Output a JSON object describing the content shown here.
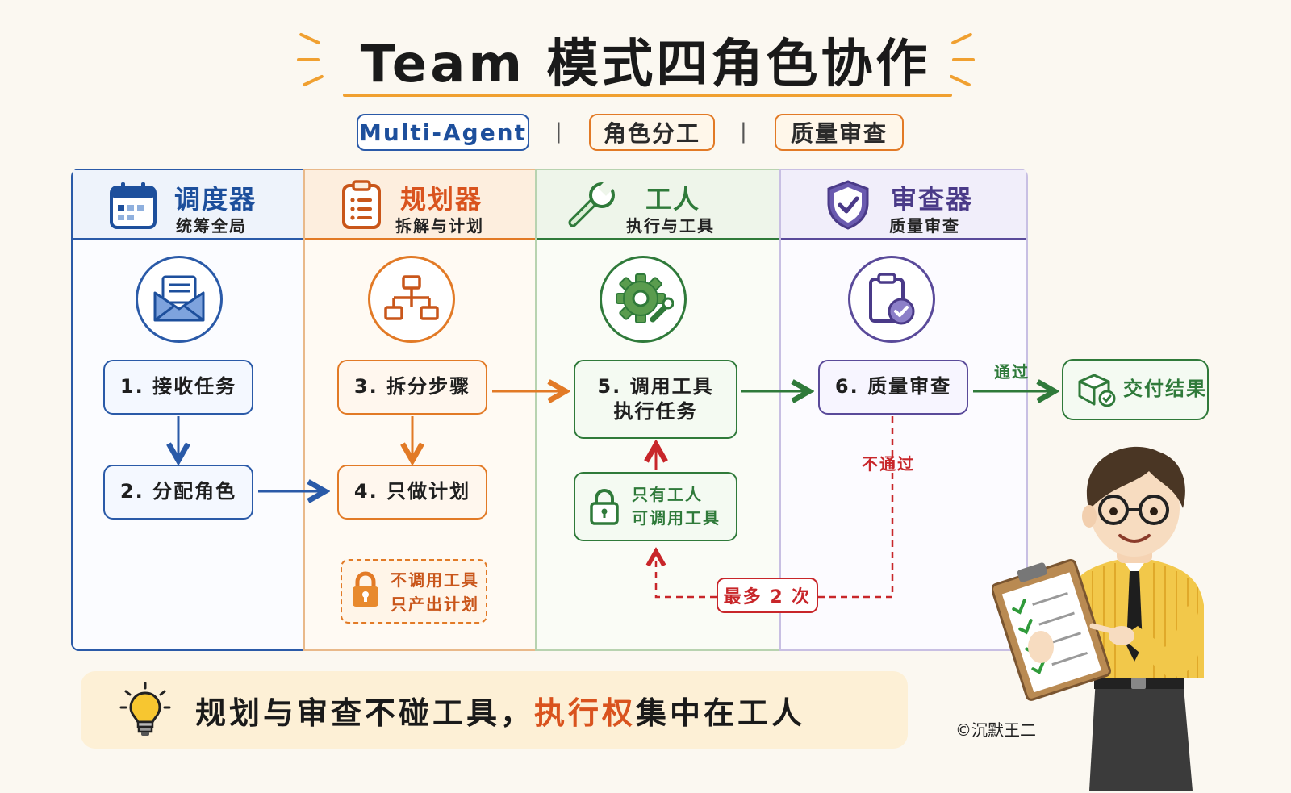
{
  "title": "Team 模式四角色协作",
  "tags": [
    "Multi-Agent",
    "角色分工",
    "质量审查"
  ],
  "tag_separator": "|",
  "colors": {
    "blue": "#2a5aa8",
    "orange": "#e27a26",
    "green": "#2f7a3a",
    "purple": "#5a4a9a",
    "red": "#c8262a",
    "accent_yellow": "#f0a030"
  },
  "columns": [
    {
      "title": "调度器",
      "subtitle": "统筹全局",
      "head_icon": "calendar-icon",
      "main_icon": "envelope-icon"
    },
    {
      "title": "规划器",
      "subtitle": "拆解与计划",
      "head_icon": "clipboard-list-icon",
      "main_icon": "hierarchy-icon"
    },
    {
      "title": "工人",
      "subtitle": "执行与工具",
      "head_icon": "wrench-icon",
      "main_icon": "gear-wrench-icon"
    },
    {
      "title": "审查器",
      "subtitle": "质量审查",
      "head_icon": "shield-check-icon",
      "main_icon": "clipboard-check-icon"
    }
  ],
  "steps": {
    "s1": "1. 接收任务",
    "s2": "2. 分配角色",
    "s3": "3. 拆分步骤",
    "s4": "4. 只做计划",
    "s5_line1": "5. 调用工具",
    "s5_line2": "执行任务",
    "s6": "6. 质量审查",
    "deliver": "交付结果"
  },
  "notes": {
    "planner_lock_line1": "不调用工具",
    "planner_lock_line2": "只产出计划",
    "worker_lock_line1": "只有工人",
    "worker_lock_line2": "可调用工具"
  },
  "labels": {
    "pass": "通过",
    "fail": "不通过",
    "retry": "最多 2 次"
  },
  "bottom": {
    "text_before": "规划与审查不碰工具，",
    "text_highlight": "执行权",
    "text_after": "集中在工人"
  },
  "credit": "©沉默王二"
}
